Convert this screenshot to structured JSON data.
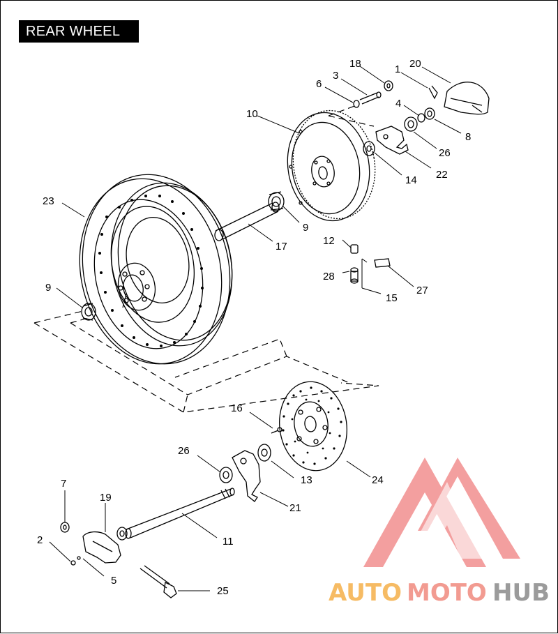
{
  "title": "REAR WHEEL",
  "parts": {
    "p1": "1",
    "p2": "2",
    "p3": "3",
    "p4": "4",
    "p5": "5",
    "p6": "6",
    "p7": "7",
    "p8": "8",
    "p9a": "9",
    "p9b": "9",
    "p10": "10",
    "p11": "11",
    "p12": "12",
    "p13": "13",
    "p14": "14",
    "p15": "15",
    "p16": "16",
    "p17": "17",
    "p18": "18",
    "p19": "19",
    "p20": "20",
    "p21": "21",
    "p22": "22",
    "p23": "23",
    "p24": "24",
    "p25": "25",
    "p26a": "26",
    "p26b": "26",
    "p27": "27",
    "p28": "28"
  },
  "watermark": {
    "part1": "AUTO",
    "part2": "MOTO",
    "part3": "HUB",
    "colors": {
      "auto": "#f5b04a",
      "moto": "#f08a7e",
      "hub": "#8a8a8a",
      "triangle": "#f07f7f"
    }
  }
}
